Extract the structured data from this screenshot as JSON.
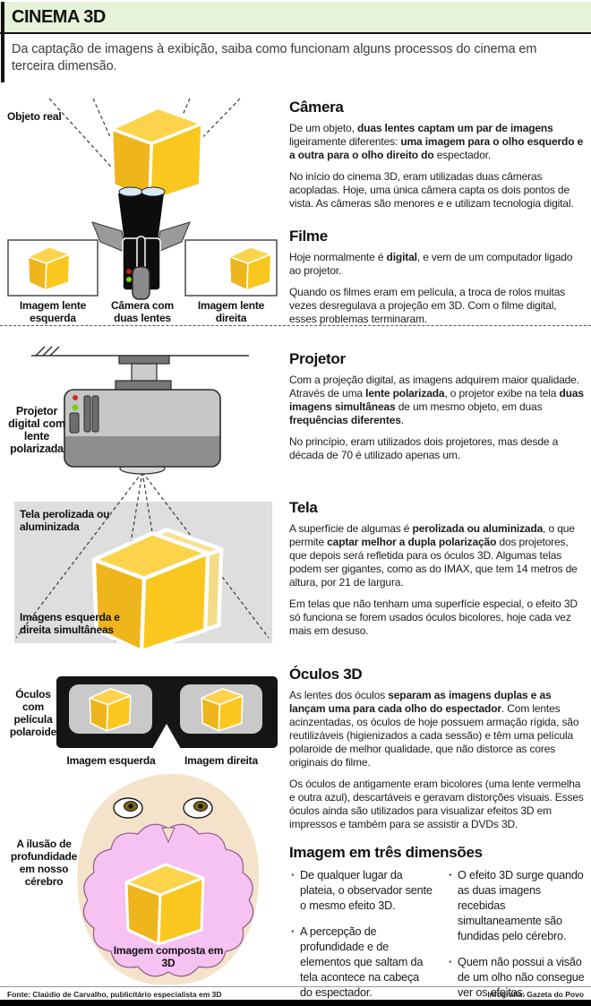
{
  "header": {
    "title": "CINEMA 3D",
    "subtitle": "Da captação de imagens à exibição, saiba como funcionam alguns processos do cinema em terceira dimensão."
  },
  "sections": {
    "camera": {
      "heading": "Câmera",
      "p1": [
        {
          "t": "De um objeto, "
        },
        {
          "t": "duas lentes captam um par de imagens",
          "b": true
        },
        {
          "t": " ligeiramente diferentes: "
        },
        {
          "t": "uma imagem para o olho esquerdo e a outra para o olho direito do",
          "b": true
        },
        {
          "t": " espectador."
        }
      ],
      "p2": [
        {
          "t": "No início do cinema 3D, eram utilizadas duas câmeras acopladas. Hoje, uma única câmera capta os dois pontos de vista. As câmeras são menores e e utilizam tecnologia digital."
        }
      ],
      "labels": {
        "objeto_real": "Objeto real",
        "imagem_lente_esquerda": "Imagem lente esquerda",
        "camera_duas_lentes": "Câmera com duas lentes",
        "imagem_lente_direita": "Imagem lente direita"
      }
    },
    "filme": {
      "heading": "Filme",
      "p1": [
        {
          "t": "Hoje normalmente é "
        },
        {
          "t": "digital",
          "b": true
        },
        {
          "t": ", e vem de um computador ligado ao projetor."
        }
      ],
      "p2": [
        {
          "t": "Quando os filmes eram em película, a troca de rolos muitas vezes desregulava a projeção em 3D. Com o filme digital, esses problemas terminaram."
        }
      ]
    },
    "projetor": {
      "heading": "Projetor",
      "p1": [
        {
          "t": "Com a projeção digital, as imagens adquirem maior qualidade. Através de uma "
        },
        {
          "t": "lente polarizada",
          "b": true
        },
        {
          "t": ", o projetor exibe na tela "
        },
        {
          "t": "duas imagens simultâneas",
          "b": true
        },
        {
          "t": " de um mesmo objeto, em duas "
        },
        {
          "t": "frequências diferentes",
          "b": true
        },
        {
          "t": "."
        }
      ],
      "p2": [
        {
          "t": "No princípio, eram utilizados dois projetores, mas desde a década de 70 é utilizado apenas um."
        }
      ],
      "labels": {
        "projetor_digital": "Projetor digital com lente polarizada"
      }
    },
    "tela": {
      "heading": "Tela",
      "p1": [
        {
          "t": "A superfície de algumas é "
        },
        {
          "t": "perolizada ou aluminizada",
          "b": true
        },
        {
          "t": ", o que permite "
        },
        {
          "t": "captar melhor a dupla polarização",
          "b": true
        },
        {
          "t": " dos projetores, que depois será refletida para os óculos 3D. Algumas telas podem ser gigantes, como as do IMAX, que tem 14 metros de altura, por 21 de largura."
        }
      ],
      "p2": [
        {
          "t": "Em telas que não tenham uma superfície especial, o efeito 3D só funciona se forem usados óculos bicolores, hoje cada vez mais em desuso."
        }
      ],
      "labels": {
        "tela_perolizada": "Tela perolizada ou aluminizada",
        "imagens_simultaneas": "Imagens esquerda e direita simultâneas"
      }
    },
    "oculos": {
      "heading": "Óculos 3D",
      "p1": [
        {
          "t": "As lentes dos óculos "
        },
        {
          "t": "separam as imagens duplas e as lançam uma para cada olho do espectador",
          "b": true
        },
        {
          "t": ". Com lentes acinzentadas, os óculos de hoje possuem armação rígida, são reutilizáveis (higienizados a cada sessão) e têm uma película polaroide de melhor qualidade, que não distorce as cores originais do filme."
        }
      ],
      "p2": [
        {
          "t": "Os óculos de antigamente eram bicolores (uma lente vermelha e outra azul), descartáveis e geravam distorções visuais. Esses óculos ainda são utilizados para visualizar efeitos 3D em impressos e também para se assistir a DVDs 3D."
        }
      ],
      "labels": {
        "oculos_pelicula": "Óculos com película polaroide",
        "imagem_esquerda": "Imagem esquerda",
        "imagem_direita": "Imagem direita"
      }
    },
    "imagem3d": {
      "heading": "Imagem em três dimensões",
      "bullets_left": [
        "De qualquer lugar da plateia, o observador sente o mesmo efeito 3D.",
        "A percepção de profundidade e de elementos que saltam da tela acontece na cabeça do espectador."
      ],
      "bullets_right": [
        "O efeito 3D surge quando as duas imagens recebidas simultaneamente são fundidas pelo cérebro.",
        "Quem não possui a visão de um olho não consegue ver os efeitos."
      ],
      "labels": {
        "ilusao": "A ilusão de profundidade em nosso cérebro",
        "imagem_composta": "Imagem composta em 3D"
      },
      "bullet_glyph": "·"
    }
  },
  "footer": {
    "source": "Fonte: Claúdio de Carvalho, publicitário especialista em 3D",
    "credit": "Infografia: Gazeta do Povo"
  },
  "colors": {
    "header_green": "#e7f3d8",
    "cube_gold": "#f9c71e",
    "cube_gold_light": "#fcd34a",
    "cube_gold_dark": "#eeb51c",
    "cube_pale": "#f3dc86",
    "screen_gray": "#dedede",
    "brain_pink": "#f5c2f2",
    "head_peach": "#f5e2cb",
    "glasses_black": "#151515",
    "lens_gray": "#c9c9c9"
  }
}
